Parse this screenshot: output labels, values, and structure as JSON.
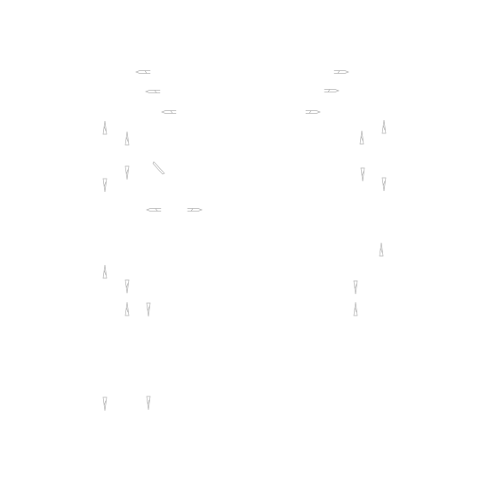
{
  "canvas": {
    "background": "#ffffff",
    "stroke_color": "#b4b4b4"
  },
  "glyph_groups": {
    "horizontal": [
      {
        "shape": "arrow-left"
      },
      {
        "shape": "arrow-left"
      },
      {
        "shape": "arrow-left"
      },
      {
        "shape": "arrow-right"
      },
      {
        "shape": "arrow-right"
      },
      {
        "shape": "arrow-right"
      },
      {
        "shape": "arrow-left"
      },
      {
        "shape": "arrow-right"
      }
    ],
    "vertical": [
      {
        "shape": "spike-up"
      },
      {
        "shape": "spike-up"
      },
      {
        "shape": "spike-down"
      },
      {
        "shape": "spike-down"
      },
      {
        "shape": "spike-up"
      },
      {
        "shape": "spike-up"
      },
      {
        "shape": "spike-down"
      },
      {
        "shape": "spike-down"
      },
      {
        "shape": "spike-up"
      },
      {
        "shape": "spike-down"
      },
      {
        "shape": "spike-up"
      },
      {
        "shape": "spike-up"
      },
      {
        "shape": "spike-down"
      },
      {
        "shape": "spike-up"
      },
      {
        "shape": "spike-down"
      },
      {
        "shape": "spike-down"
      },
      {
        "shape": "spike-down"
      }
    ],
    "diagonal": [
      {
        "shape": "slash"
      }
    ]
  }
}
